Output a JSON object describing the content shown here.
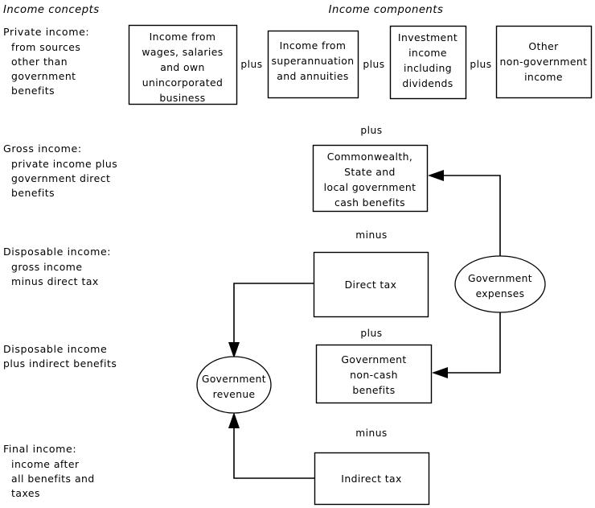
{
  "headers": {
    "left": "Income concepts",
    "right": "Income components"
  },
  "concepts": [
    {
      "name": "private-income",
      "head": "Private income:",
      "lines": [
        "from sources",
        "other than",
        "government",
        "benefits"
      ]
    },
    {
      "name": "gross-income",
      "head": "Gross income:",
      "lines": [
        "private income plus",
        "government direct",
        "benefits"
      ]
    },
    {
      "name": "disposable-income",
      "head": "Disposable income:",
      "lines": [
        "gross income",
        "minus direct tax"
      ]
    },
    {
      "name": "disposable-plus-indirect",
      "head": "Disposable income",
      "lines": [
        "plus indirect benefits"
      ]
    },
    {
      "name": "final-income",
      "head": "Final income:",
      "lines": [
        "income after",
        "all benefits and",
        "taxes"
      ]
    }
  ],
  "boxes": {
    "wages": [
      "Income from",
      "wages, salaries",
      "and own",
      "unincorporated",
      "business"
    ],
    "superannuation": [
      "Income from",
      "superannuation",
      "and annuities"
    ],
    "investment": [
      "Investment",
      "income",
      "including",
      "dividends"
    ],
    "other": [
      "Other",
      "non-government",
      "income"
    ],
    "cash_benefits": [
      "Commonwealth,",
      "State and",
      "local government",
      "cash benefits"
    ],
    "direct_tax": [
      "Direct tax"
    ],
    "non_cash_benefits": [
      "Government",
      "non-cash",
      "benefits"
    ],
    "indirect_tax": [
      "Indirect tax"
    ]
  },
  "ellipses": {
    "gov_expenses": [
      "Government",
      "expenses"
    ],
    "gov_revenue": [
      "Government",
      "revenue"
    ]
  },
  "operators": {
    "plus1": "plus",
    "plus2": "plus",
    "plus3": "plus",
    "plus_cash": "plus",
    "minus_direct": "minus",
    "plus_noncash": "plus",
    "minus_indirect": "minus"
  },
  "colors": {
    "stroke": "#000000",
    "background": "#ffffff",
    "text": "#000000"
  }
}
